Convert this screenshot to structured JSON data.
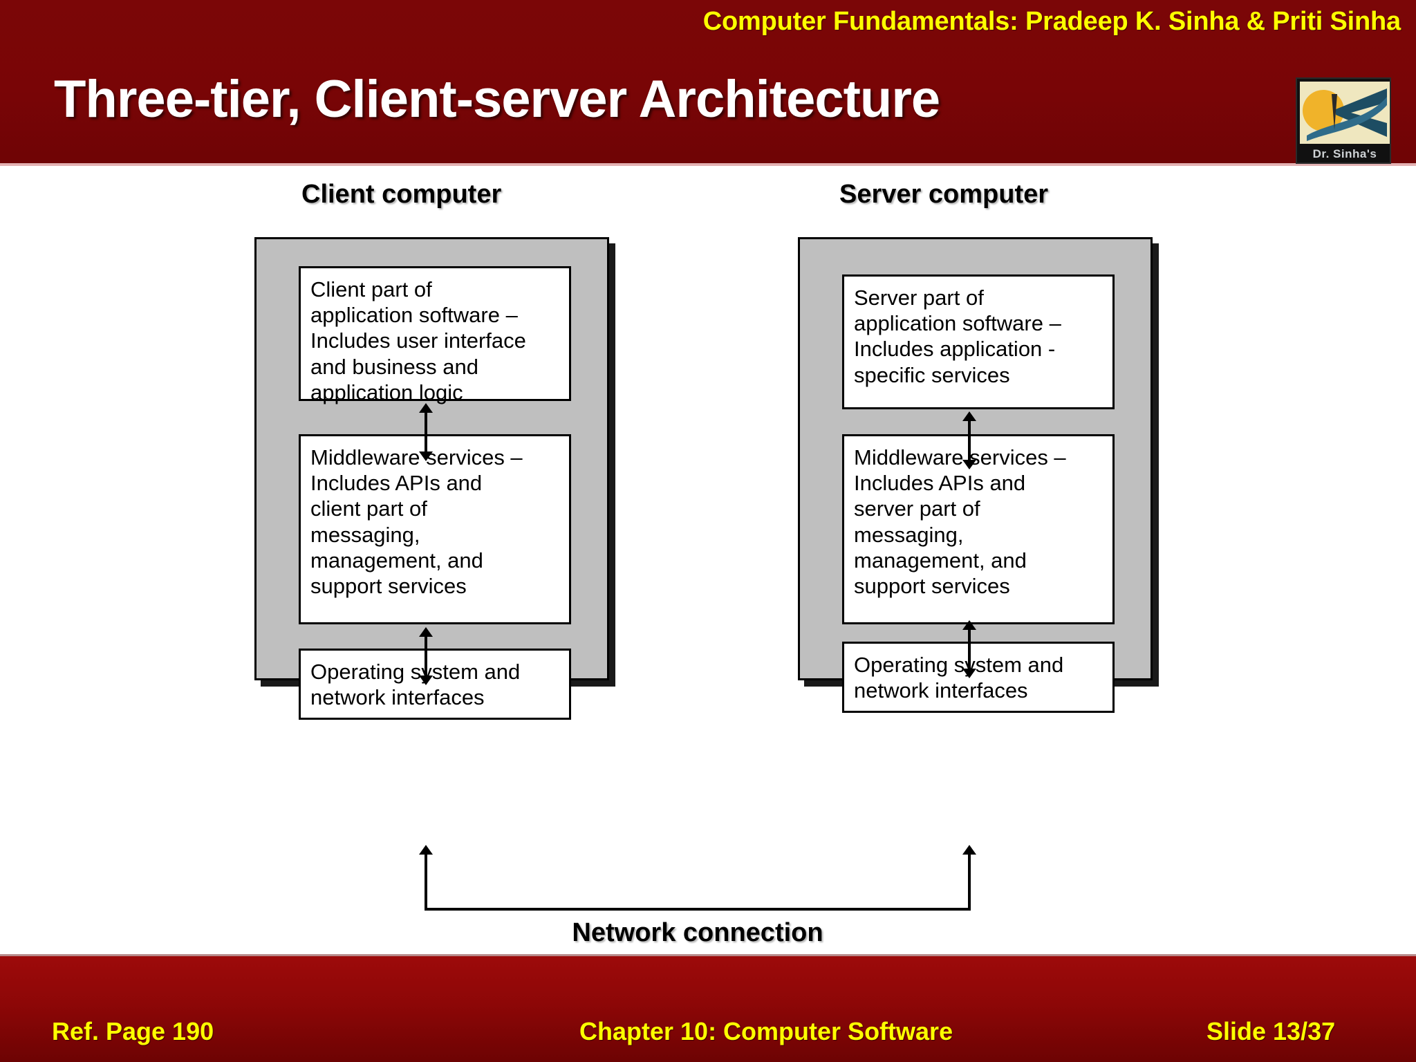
{
  "header": {
    "book_line": "Computer Fundamentals: Pradeep K. Sinha & Priti Sinha",
    "title": "Three-tier, Client-server Architecture",
    "logo_caption": "Dr. Sinha's",
    "bg_color": "#7a0506",
    "title_color": "#ffffff",
    "accent_color": "#ffff00"
  },
  "diagram": {
    "client": {
      "title": "Client computer",
      "tiers": [
        "Client part of\napplication software –\nIncludes user interface\nand business and\napplication logic",
        "Middleware services –\nIncludes APIs and\nclient part of\nmessaging,\nmanagement, and\nsupport services",
        "Operating system and\nnetwork interfaces"
      ]
    },
    "server": {
      "title": "Server computer",
      "tiers": [
        "Server part of\napplication software –\nIncludes application -\nspecific services",
        "Middleware services –\nIncludes APIs and\nserver part of\nmessaging,\nmanagement, and\nsupport services",
        "Operating system and\nnetwork interfaces"
      ]
    },
    "network_label": "Network connection",
    "machine_fill": "#bfbfbf",
    "box_fill": "#ffffff",
    "line_color": "#000000"
  },
  "footer": {
    "ref_page": "Ref. Page 190",
    "chapter": "Chapter 10: Computer Software",
    "slide_number": "Slide 13/37",
    "bg_color": "#8d0707",
    "text_color": "#ffff00"
  }
}
